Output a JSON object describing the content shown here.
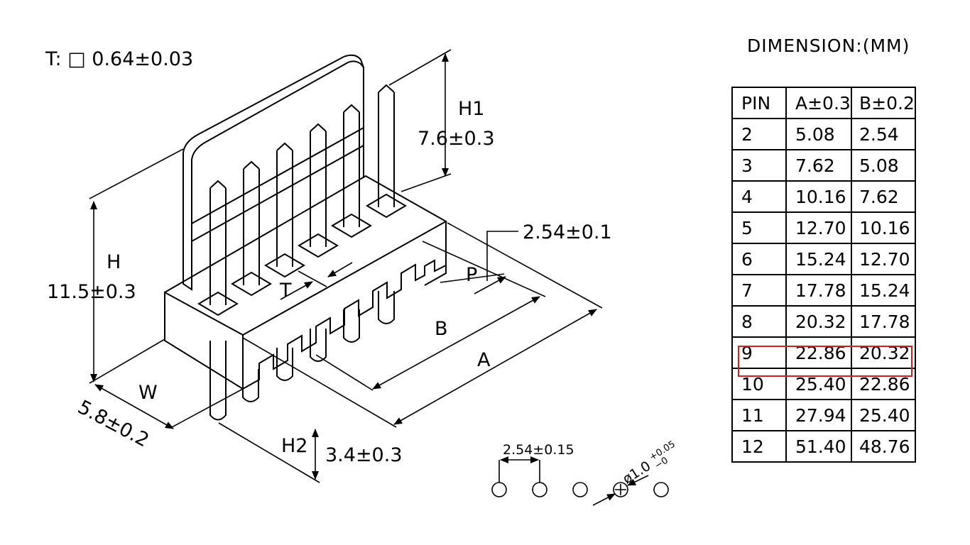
{
  "drawing": {
    "thickness_note": "T: □ 0.64±0.03",
    "labels": {
      "H1": "H1",
      "H1_value": "7.6±0.3",
      "H": "H",
      "H_value": "11.5±0.3",
      "W": "W",
      "W_value": "5.8±0.2",
      "H2": "H2",
      "H2_value": "3.4±0.3",
      "T": "T",
      "P": "P",
      "P_value": "2.54±0.1",
      "B": "B",
      "A": "A",
      "pitch_value": "2.54±0.15",
      "hole_value": "ø1.0",
      "hole_tol_plus": "+0.05",
      "hole_tol_minus": "−0"
    }
  },
  "table": {
    "title": "DIMENSION:(MM)",
    "headers": [
      "PIN",
      "A±0.3",
      "B±0.2"
    ],
    "rows": [
      [
        "2",
        "5.08",
        "2.54"
      ],
      [
        "3",
        "7.62",
        "5.08"
      ],
      [
        "4",
        "10.16",
        "7.62"
      ],
      [
        "5",
        "12.70",
        "10.16"
      ],
      [
        "6",
        "15.24",
        "12.70"
      ],
      [
        "7",
        "17.78",
        "15.24"
      ],
      [
        "8",
        "20.32",
        "17.78"
      ],
      [
        "9",
        "22.86",
        "20.32"
      ],
      [
        "10",
        "25.40",
        "22.86"
      ],
      [
        "11",
        "27.94",
        "25.40"
      ],
      [
        "12",
        "51.40",
        "48.76"
      ]
    ],
    "highlighted_row": "9",
    "highlight_color": "#d0201e"
  }
}
